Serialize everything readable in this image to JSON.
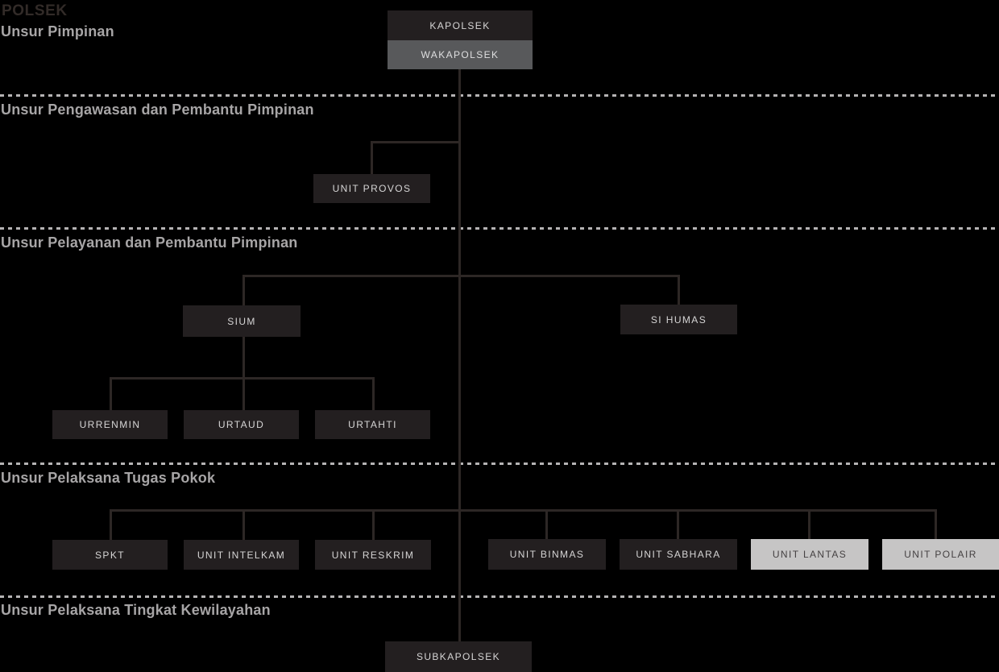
{
  "title": "POLSEK",
  "sections": [
    {
      "label": "Unsur Pimpinan"
    },
    {
      "label": "Unsur Pengawasan dan Pembantu Pimpinan"
    },
    {
      "label": "Unsur Pelayanan dan Pembantu Pimpinan"
    },
    {
      "label": "Unsur Pelaksana Tugas Pokok"
    },
    {
      "label": "Unsur Pelaksana Tingkat Kewilayahan"
    }
  ],
  "nodes": {
    "kapolsek": {
      "label": "KAPOLSEK"
    },
    "wakapolsek": {
      "label": "WAKAPOLSEK"
    },
    "unit_provos": {
      "label": "UNIT PROVOS"
    },
    "sium": {
      "label": "SIUM"
    },
    "si_humas": {
      "label": "SI HUMAS"
    },
    "urrenmin": {
      "label": "URRENMIN"
    },
    "urtaud": {
      "label": "URTAUD"
    },
    "urtahti": {
      "label": "URTAHTI"
    },
    "spkt": {
      "label": "SPKT"
    },
    "unit_intelkam": {
      "label": "UNIT INTELKAM"
    },
    "unit_reskrim": {
      "label": "UNIT RESKRIM"
    },
    "unit_binmas": {
      "label": "UNIT BINMAS"
    },
    "unit_sabhara": {
      "label": "UNIT SABHARA"
    },
    "unit_lantas": {
      "label": "UNIT LANTAS"
    },
    "unit_polair": {
      "label": "UNIT POLAIR"
    },
    "subkapolsek": {
      "label": "SUBKAPOLSEK"
    }
  },
  "colors": {
    "background": "#000000",
    "node_dark": "#231f20",
    "node_gray": "#58595b",
    "node_light": "#c6c5c5",
    "connector": "#2d2725",
    "divider_dash": "#b5b3b4",
    "section_text": "#a7a5a6",
    "title_text": "#322b28"
  }
}
